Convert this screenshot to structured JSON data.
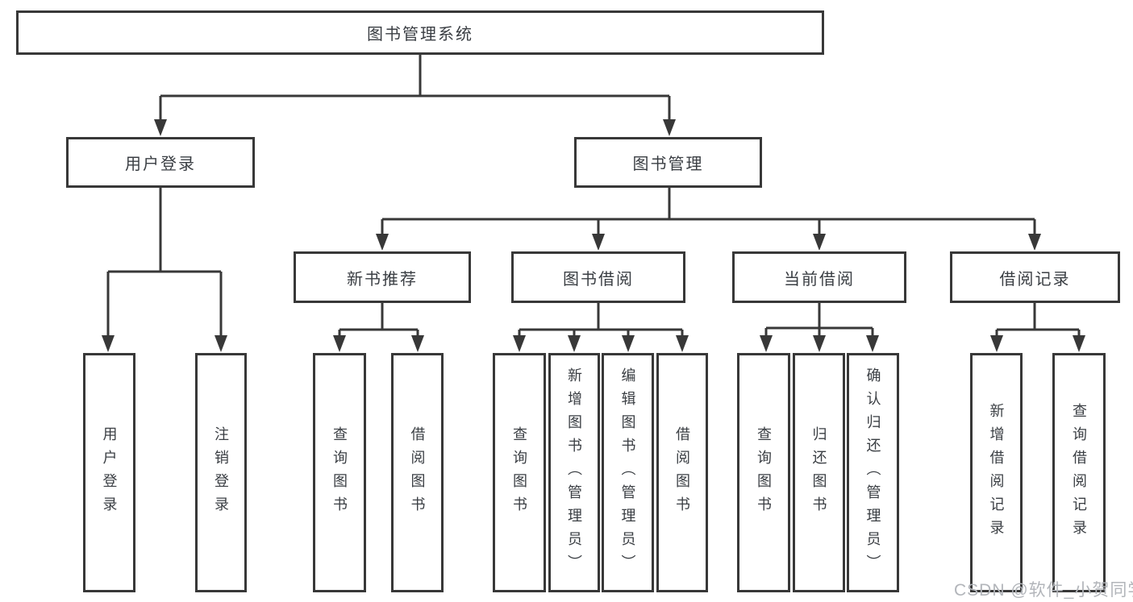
{
  "diagram": {
    "type": "hierarchy",
    "colors": {
      "line": "#383838",
      "box_border": "#383838",
      "box_fill": "#ffffff",
      "text": "#3a3e43",
      "watermark": "#b2b5ba",
      "background": "#ffffff"
    },
    "tree": {
      "root": {
        "label": "图书管理系统",
        "children": [
          {
            "label": "用户登录",
            "children": [
              {
                "label": "用户登录"
              },
              {
                "label": "注销登录"
              }
            ]
          },
          {
            "label": "图书管理",
            "children": [
              {
                "label": "新书推荐",
                "children": [
                  {
                    "label": "查询图书"
                  },
                  {
                    "label": "借阅图书"
                  }
                ]
              },
              {
                "label": "图书借阅",
                "children": [
                  {
                    "label": "查询图书"
                  },
                  {
                    "label": "新增图书（管理员）"
                  },
                  {
                    "label": "编辑图书（管理员）"
                  },
                  {
                    "label": "借阅图书"
                  }
                ]
              },
              {
                "label": "当前借阅",
                "children": [
                  {
                    "label": "查询图书"
                  },
                  {
                    "label": "归还图书"
                  },
                  {
                    "label": "确认归还（管理员）"
                  }
                ]
              },
              {
                "label": "借阅记录",
                "children": [
                  {
                    "label": "新增借阅记录"
                  },
                  {
                    "label": "查询借阅记录"
                  }
                ]
              }
            ]
          }
        ]
      }
    },
    "watermark": {
      "text": "CSDN @软件_小贺同学"
    }
  }
}
